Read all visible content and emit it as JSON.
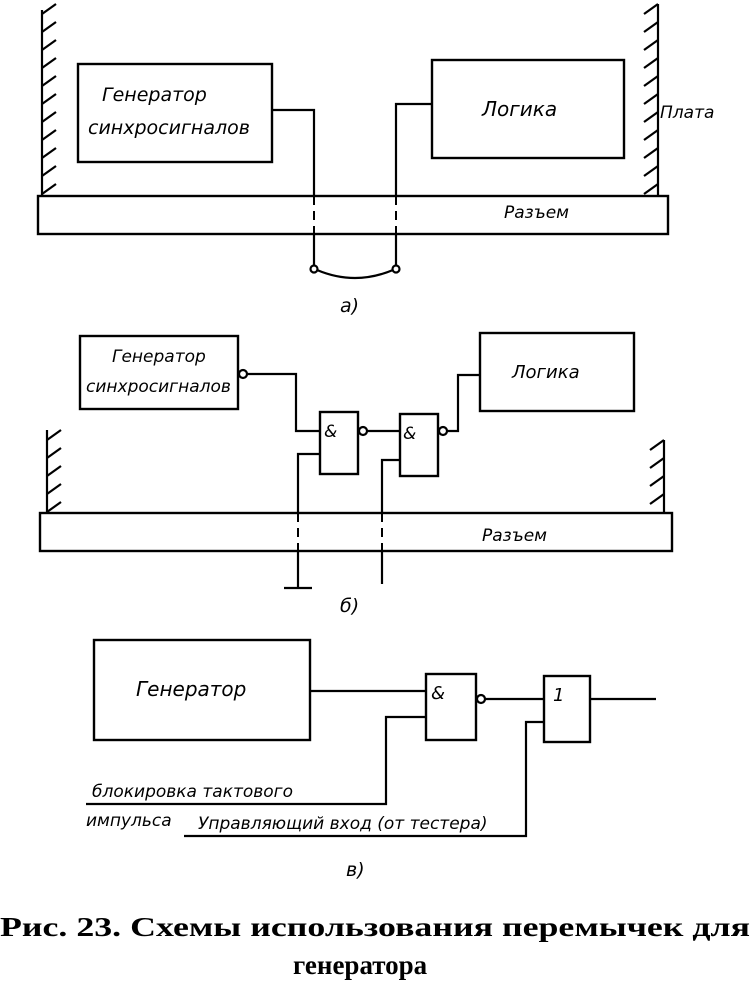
{
  "diagram_a": {
    "generator_line1": "Генератор",
    "generator_line2": "синхросигналов",
    "logic": "Логика",
    "board": "Плата",
    "connector": "Разъем",
    "label": "а)"
  },
  "diagram_b": {
    "generator_line1": "Генератор",
    "generator_line2": "синхросигналов",
    "logic": "Логика",
    "connector": "Разъем",
    "gate1": "&",
    "gate2": "&",
    "label": "б)"
  },
  "diagram_c": {
    "generator": "Генератор",
    "gate_and": "&",
    "gate_or": "1",
    "block_line1": "блокировка тактового",
    "block_line2": "импульса",
    "control_input": "Управляющий вход (от тестера)",
    "label": "в)"
  },
  "caption": {
    "line1": "Рис. 23. Схемы использования перемычек для",
    "line2": "генератора"
  }
}
